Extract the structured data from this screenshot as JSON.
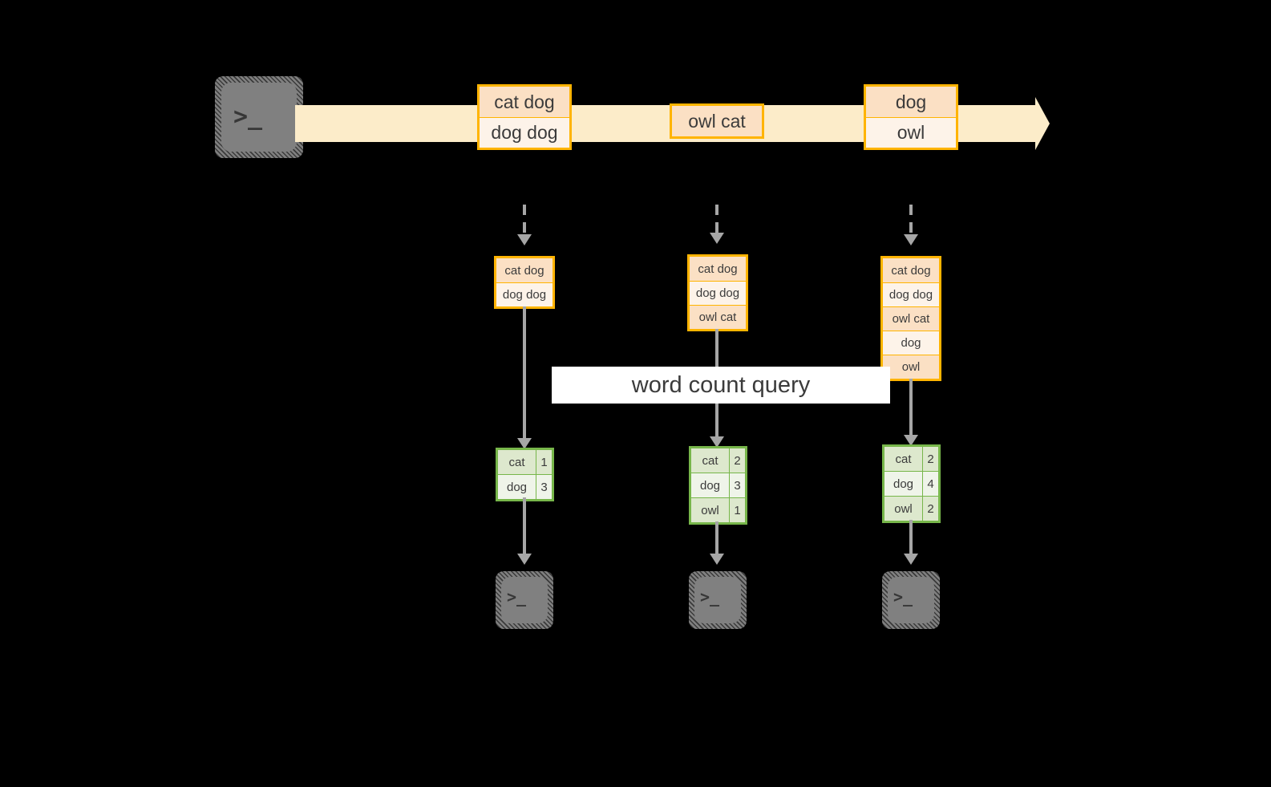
{
  "diagram": {
    "title": "word count query",
    "colors": {
      "background": "#000000",
      "stream_band": "#fcecc9",
      "orange_border": "#ffb400",
      "orange_fill_dark": "#fbe0c4",
      "orange_fill_light": "#fdf3e9",
      "green_border": "#77b64a",
      "green_fill_dark": "#dde8cd",
      "green_fill_light": "#eff4e9",
      "arrow_gray": "#a6a6a6",
      "terminal_gray": "#808080",
      "label_background": "#ffffff",
      "text": "#3b3b3b"
    }
  },
  "source": {
    "icon": "terminal-icon",
    "glyph": ">_"
  },
  "stream": {
    "icon": "stream-arrow-icon",
    "batches": [
      {
        "name": "batch-1",
        "rows": [
          {
            "text": "cat dog",
            "shade": "dark"
          },
          {
            "text": "dog dog",
            "shade": "light"
          }
        ]
      },
      {
        "name": "batch-2",
        "rows": [
          {
            "text": "owl cat",
            "shade": "dark"
          }
        ]
      },
      {
        "name": "batch-3",
        "rows": [
          {
            "text": "dog",
            "shade": "dark"
          },
          {
            "text": "owl",
            "shade": "light"
          }
        ]
      }
    ]
  },
  "accumulated": [
    {
      "name": "accumulated-input-1",
      "rows": [
        {
          "text": "cat dog",
          "shade": "dark"
        },
        {
          "text": "dog dog",
          "shade": "light"
        }
      ]
    },
    {
      "name": "accumulated-input-2",
      "rows": [
        {
          "text": "cat dog",
          "shade": "dark"
        },
        {
          "text": "dog dog",
          "shade": "light"
        },
        {
          "text": "owl cat",
          "shade": "dark"
        }
      ]
    },
    {
      "name": "accumulated-input-3",
      "rows": [
        {
          "text": "cat dog",
          "shade": "dark"
        },
        {
          "text": "dog dog",
          "shade": "light"
        },
        {
          "text": "owl cat",
          "shade": "dark"
        },
        {
          "text": "dog",
          "shade": "light"
        },
        {
          "text": "owl",
          "shade": "dark"
        }
      ]
    }
  ],
  "results": [
    {
      "name": "result-table-1",
      "rows": [
        {
          "word": "cat",
          "count": "1",
          "shade": "dark"
        },
        {
          "word": "dog",
          "count": "3",
          "shade": "light"
        }
      ]
    },
    {
      "name": "result-table-2",
      "rows": [
        {
          "word": "cat",
          "count": "2",
          "shade": "dark"
        },
        {
          "word": "dog",
          "count": "3",
          "shade": "light"
        },
        {
          "word": "owl",
          "count": "1",
          "shade": "dark"
        }
      ]
    },
    {
      "name": "result-table-3",
      "rows": [
        {
          "word": "cat",
          "count": "2",
          "shade": "dark"
        },
        {
          "word": "dog",
          "count": "4",
          "shade": "light"
        },
        {
          "word": "owl",
          "count": "2",
          "shade": "dark"
        }
      ]
    }
  ],
  "sinks": [
    {
      "name": "sink-terminal-1",
      "glyph": ">_"
    },
    {
      "name": "sink-terminal-2",
      "glyph": ">_"
    },
    {
      "name": "sink-terminal-3",
      "glyph": ">_"
    }
  ]
}
